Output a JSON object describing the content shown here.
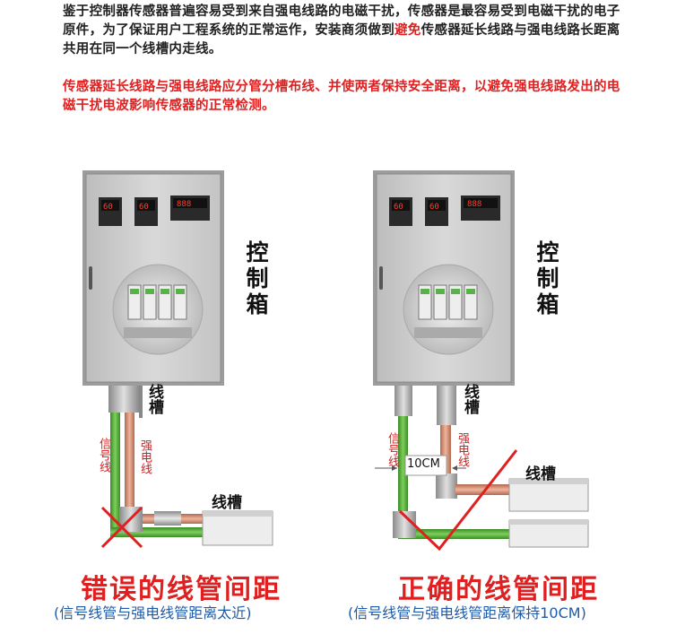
{
  "intro": {
    "text_before": "鉴于控制器传感器普遍容易受到来自强电线路的电磁干扰，传感器是最容易受到电磁干扰的电子原件，为了保证用户工程系统的正常运作，安装商须做到",
    "highlight": "避免",
    "text_after": "传感器延长线路与强电线路长距离共用在同一个线槽内走线。"
  },
  "warning": "传感器延长线路与强电线路应分管分槽布线、并使两者保持安全距离，以避免强电线路发出的电磁干扰电波影响传感器的正常检测。",
  "labels": {
    "control_box": "控制箱",
    "duct": "线槽",
    "signal_wire": "信号线",
    "power_wire": "强电线",
    "distance": "10CM"
  },
  "display_readings": {
    "meter1": "60",
    "meter2": "60",
    "meter3": "888"
  },
  "left_panel": {
    "caption": "错误的线管间距",
    "subcaption": "(信号线管与强电线管距离太近)"
  },
  "right_panel": {
    "caption": "正确的线管间距",
    "subcaption": "(信号线管与强电线管距离保持10CM)"
  },
  "colors": {
    "signal_pipe": "#4aa132",
    "power_pipe": "#d98c6e",
    "wrong_mark": "#e02020",
    "right_mark": "#e02020",
    "caption_red": "#e02020",
    "caption_blue": "#1f5aa8"
  }
}
